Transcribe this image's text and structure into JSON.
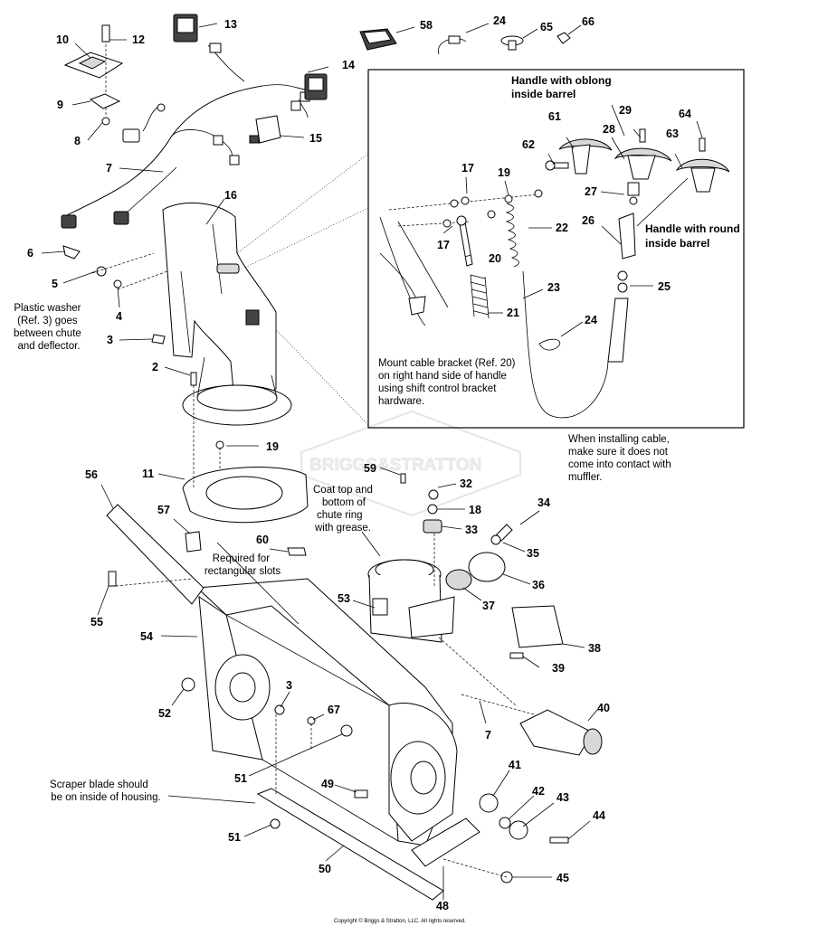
{
  "callouts": [
    {
      "id": "c1",
      "text": "13"
    },
    {
      "id": "c2",
      "text": "12"
    },
    {
      "id": "c3",
      "text": "10"
    },
    {
      "id": "c4",
      "text": "9"
    },
    {
      "id": "c5",
      "text": "8"
    },
    {
      "id": "c6",
      "text": "7"
    },
    {
      "id": "c7",
      "text": "14"
    },
    {
      "id": "c8",
      "text": "15"
    },
    {
      "id": "c9",
      "text": "58"
    },
    {
      "id": "c10",
      "text": "24"
    },
    {
      "id": "c11",
      "text": "65"
    },
    {
      "id": "c12",
      "text": "66"
    },
    {
      "id": "c13",
      "text": "16"
    },
    {
      "id": "c14",
      "text": "6"
    },
    {
      "id": "c15",
      "text": "5"
    },
    {
      "id": "c16",
      "text": "4"
    },
    {
      "id": "c17",
      "text": "3"
    },
    {
      "id": "c18",
      "text": "2"
    },
    {
      "id": "c19",
      "text": "19"
    },
    {
      "id": "c20",
      "text": "11"
    },
    {
      "id": "c21",
      "text": "56"
    },
    {
      "id": "c22",
      "text": "57"
    },
    {
      "id": "c23",
      "text": "60"
    },
    {
      "id": "c24",
      "text": "55"
    },
    {
      "id": "c25",
      "text": "54"
    },
    {
      "id": "c26",
      "text": "52"
    },
    {
      "id": "c27",
      "text": "3"
    },
    {
      "id": "c28",
      "text": "67"
    },
    {
      "id": "c29",
      "text": "51"
    },
    {
      "id": "c30",
      "text": "49"
    },
    {
      "id": "c31",
      "text": "51"
    },
    {
      "id": "c32",
      "text": "50"
    },
    {
      "id": "c33",
      "text": "48"
    },
    {
      "id": "c34",
      "text": "59"
    },
    {
      "id": "c35",
      "text": "32"
    },
    {
      "id": "c36",
      "text": "18"
    },
    {
      "id": "c37",
      "text": "33"
    },
    {
      "id": "c38",
      "text": "34"
    },
    {
      "id": "c39",
      "text": "35"
    },
    {
      "id": "c40",
      "text": "36"
    },
    {
      "id": "c41",
      "text": "37"
    },
    {
      "id": "c42",
      "text": "53"
    },
    {
      "id": "c43",
      "text": "38"
    },
    {
      "id": "c44",
      "text": "39"
    },
    {
      "id": "c45",
      "text": "40"
    },
    {
      "id": "c46",
      "text": "7"
    },
    {
      "id": "c47",
      "text": "41"
    },
    {
      "id": "c48",
      "text": "42"
    },
    {
      "id": "c49",
      "text": "43"
    },
    {
      "id": "c50",
      "text": "44"
    },
    {
      "id": "c51",
      "text": "45"
    },
    {
      "id": "c52",
      "text": "61"
    },
    {
      "id": "c53",
      "text": "28"
    },
    {
      "id": "c54",
      "text": "29"
    },
    {
      "id": "c55",
      "text": "64"
    },
    {
      "id": "c56",
      "text": "62"
    },
    {
      "id": "c57",
      "text": "63"
    },
    {
      "id": "c58",
      "text": "17"
    },
    {
      "id": "c59",
      "text": "19"
    },
    {
      "id": "c60",
      "text": "27"
    },
    {
      "id": "c61",
      "text": "26"
    },
    {
      "id": "c62",
      "text": "22"
    },
    {
      "id": "c63",
      "text": "17"
    },
    {
      "id": "c64",
      "text": "20"
    },
    {
      "id": "c65",
      "text": "25"
    },
    {
      "id": "c66",
      "text": "23"
    },
    {
      "id": "c67",
      "text": "21"
    },
    {
      "id": "c68",
      "text": "24"
    }
  ],
  "notes": {
    "plastic_washer": [
      "Plastic washer",
      "(Ref. 3) goes",
      "between chute",
      "and deflector."
    ],
    "required_slots": [
      "Required for",
      "rectangular slots"
    ],
    "coat_chute": [
      "Coat top and",
      "bottom of",
      "chute ring",
      "with grease."
    ],
    "scraper": [
      "Scraper blade should",
      "be on inside of housing."
    ],
    "install_cable": [
      "When installing cable,",
      "make sure it does not",
      "come into contact with",
      "muffler."
    ],
    "mount_bracket": [
      "Mount cable bracket (Ref. 20)",
      "on right hand side of handle",
      "using shift control bracket",
      "hardware."
    ],
    "handle_oblong": [
      "Handle with oblong",
      "inside barrel"
    ],
    "handle_round": [
      "Handle with round",
      "inside barrel"
    ]
  },
  "watermark": "BRIGGS&STRATTON",
  "copyright": "Copyright © Briggs & Stratton, LLC. All rights reserved."
}
